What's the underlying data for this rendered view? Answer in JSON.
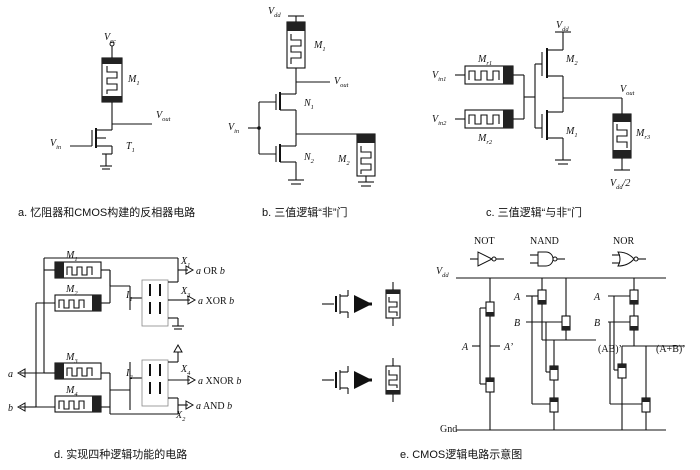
{
  "captions": {
    "a": "a. 忆阻器和CMOS构建的反相器电路",
    "b": "b. 三值逻辑“非”门",
    "c": "c. 三值逻辑“与非”门",
    "d": "d. 实现四种逻辑功能的电路",
    "e": "e. CMOS逻辑电路示意图"
  },
  "panel_a": {
    "vcc": "V",
    "vcc_sub": "cc",
    "m1": "M",
    "m1_sub": "1",
    "vout": "V",
    "vout_sub": "out",
    "vin": "V",
    "vin_sub": "in",
    "t1": "T",
    "t1_sub": "1"
  },
  "panel_b": {
    "vdd": "V",
    "vdd_sub": "dd",
    "m1": "M",
    "m1_sub": "1",
    "vout": "V",
    "vout_sub": "out",
    "n1": "N",
    "n1_sub": "1",
    "vin": "V",
    "vin_sub": "in",
    "n2": "N",
    "n2_sub": "2",
    "m2": "M",
    "m2_sub": "2"
  },
  "panel_c": {
    "vdd": "V",
    "vdd_sub": "dd",
    "mr1": "M",
    "mr1_sub": "r1",
    "m2": "M",
    "m2_sub": "2",
    "vin1": "V",
    "vin1_sub": "in1",
    "vout": "V",
    "vout_sub": "out",
    "vin2": "V",
    "vin2_sub": "in2",
    "mr2": "M",
    "mr2_sub": "r2",
    "m1": "M",
    "m1_sub": "1",
    "mr3": "M",
    "mr3_sub": "r3",
    "vdd2": "V",
    "vdd2_sub": "dd",
    "vdd2_tail": "/2"
  },
  "panel_d": {
    "m1": "M",
    "m1_sub": "1",
    "m2": "M",
    "m2_sub": "2",
    "m3": "M",
    "m3_sub": "3",
    "m4": "M",
    "m4_sub": "4",
    "i1": "I",
    "i1_sub": "1",
    "i2": "I",
    "i2_sub": "2",
    "x1": "X",
    "x1_sub": "1",
    "x3": "X",
    "x3_sub": "3",
    "x4": "X",
    "x4_sub": "4",
    "x2": "X",
    "x2_sub": "2",
    "or_a": "a",
    "or_op": " OR ",
    "or_b": "b",
    "xor_a": "a",
    "xor_op": " XOR ",
    "xor_b": "b",
    "xnor_a": "a",
    "xnor_op": " XNOR ",
    "xnor_b": "b",
    "and_a": "a",
    "and_op": " AND ",
    "and_b": "b",
    "in_a": "a",
    "in_b": "b"
  },
  "panel_e": {
    "not": "NOT",
    "nand": "NAND",
    "nor": "NOR",
    "vdd": "V",
    "vdd_sub": "dd",
    "a_not": "A",
    "a_prime": "A",
    "prime": "’",
    "a_nand": "A",
    "b_nand": "B",
    "ab_out": "(AB)’",
    "a_nor": "A",
    "b_nor": "B",
    "apb_out": "(A+B)’",
    "gnd": "Gnd"
  }
}
